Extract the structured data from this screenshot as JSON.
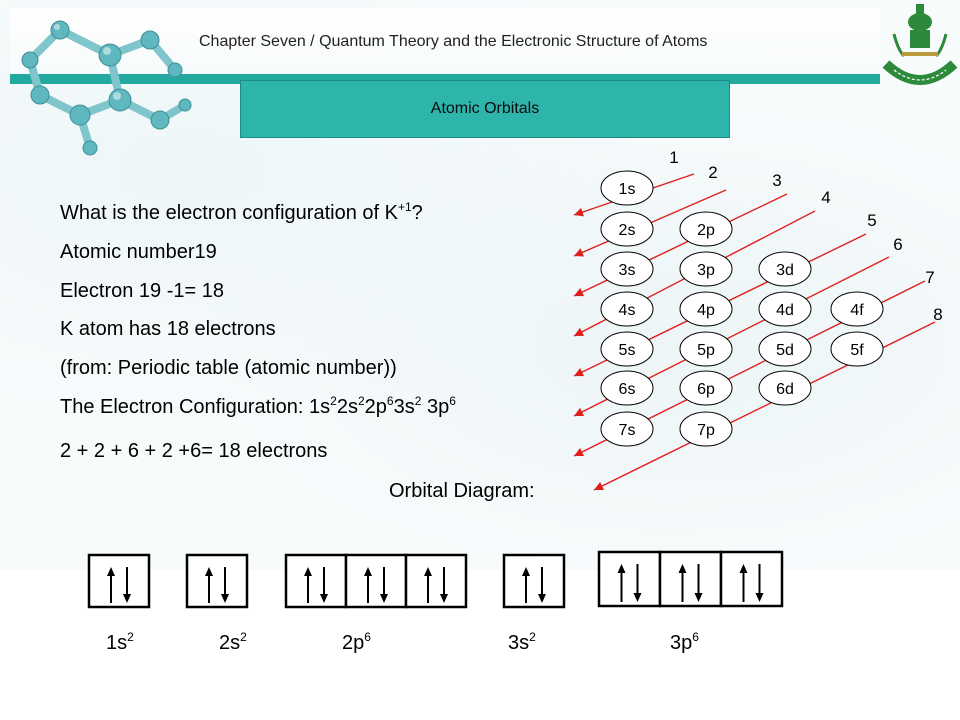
{
  "header": {
    "title": "Chapter Seven / Quantum Theory and the Electronic Structure of Atoms"
  },
  "section": {
    "title": "Atomic Orbitals"
  },
  "body": {
    "question_prefix": "What is the electron configuration of K",
    "question_sup": "+1",
    "question_suffix": "?",
    "atomic_number": "Atomic number19",
    "electrons_calc": "Electron 19 -1= 18",
    "k_atom": "K atom has 18 electrons",
    "source": "(from: Periodic table (atomic number))",
    "config_prefix": "The Electron Configuration: ",
    "config_parts": [
      {
        "base": "1s",
        "sup": "2"
      },
      {
        "base": "2s",
        "sup": "2"
      },
      {
        "base": "2p",
        "sup": "6"
      },
      {
        "base": "3s",
        "sup": "2"
      },
      {
        "base": " 3p",
        "sup": "6"
      }
    ],
    "sum": "2 + 2 + 6 + 2 +6= 18 electrons",
    "orbital_diagram_label": "Orbital Diagram:"
  },
  "orbital_order": {
    "rows": [
      [
        "1s"
      ],
      [
        "2s",
        "2p"
      ],
      [
        "3s",
        "3p",
        "3d"
      ],
      [
        "4s",
        "4p",
        "4d",
        "4f"
      ],
      [
        "5s",
        "5p",
        "5d",
        "5f"
      ],
      [
        "6s",
        "6p",
        "6d"
      ],
      [
        "7s",
        "7p"
      ]
    ],
    "arrow_numbers": [
      "1",
      "2",
      "3",
      "4",
      "5",
      "6",
      "7",
      "8"
    ]
  },
  "subshells": [
    {
      "base": "1s",
      "sup": "2",
      "boxes": 1
    },
    {
      "base": "2s",
      "sup": "2",
      "boxes": 1
    },
    {
      "base": "2p",
      "sup": "6",
      "boxes": 3
    },
    {
      "base": "3s",
      "sup": "2",
      "boxes": 1
    },
    {
      "base": "3p",
      "sup": "6",
      "boxes": 3
    }
  ],
  "colors": {
    "accent": "#24a9a1",
    "section_box": "#2db5ab",
    "arrow": "#e0201b"
  }
}
